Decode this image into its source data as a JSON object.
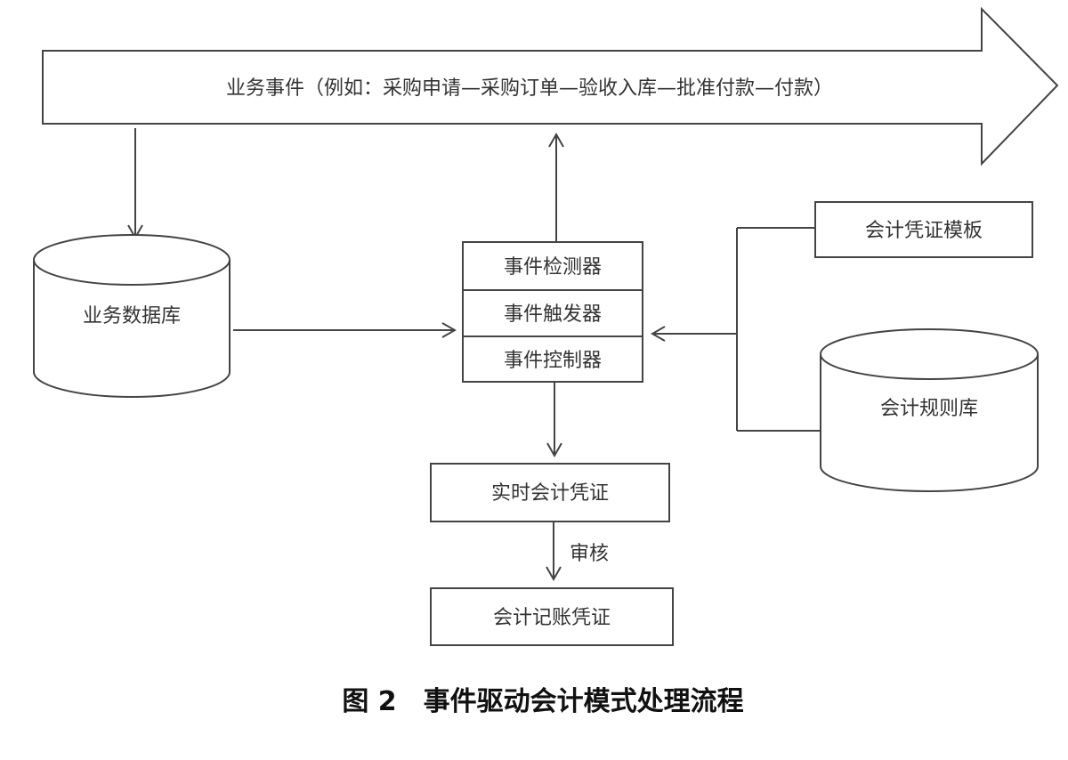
{
  "diagram": {
    "business_event": "业务事件（例如：采购申请—采购订单—验收入库—批准付款—付款）",
    "business_db": "业务数据库",
    "event_detector": "事件检测器",
    "event_trigger": "事件触发器",
    "event_controller": "事件控制器",
    "voucher_template": "会计凭证模板",
    "rule_db": "会计规则库",
    "realtime_voucher": "实时会计凭证",
    "audit_label": "审核",
    "posting_voucher": "会计记账凭证"
  },
  "caption": "图 2　事件驱动会计模式处理流程",
  "colors": {
    "line": "#444444",
    "text": "#333333",
    "caption": "#111111"
  }
}
